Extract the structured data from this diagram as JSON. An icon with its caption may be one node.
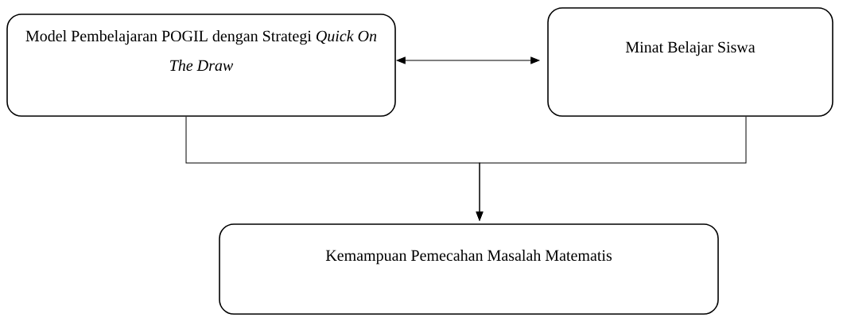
{
  "diagram": {
    "nodes": [
      {
        "text": [
          "Model Pembelajaran POGIL dengan Strategi *Quick On The Draw*"
        ]
      },
      {
        "text": [
          "Minat Belajar Siswa"
        ]
      },
      {
        "text": [
          "Kemampuan Pemecahan Masalah Matematis"
        ]
      }
    ],
    "edges": [
      {
        "from": 0,
        "to": 2,
        "arrow": "to"
      },
      {
        "from": 1,
        "to": 2,
        "arrow": "to"
      },
      {
        "from": 0,
        "to": 1,
        "arrow": "both"
      }
    ]
  }
}
